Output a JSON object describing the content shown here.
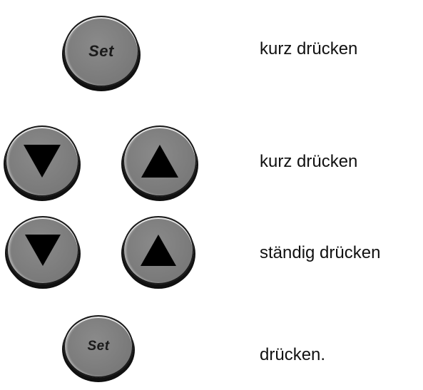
{
  "steps": [
    {
      "buttons": [
        "set"
      ],
      "text": "kurz drücken"
    },
    {
      "buttons": [
        "arrow-down",
        "arrow-up"
      ],
      "text": "kurz drücken"
    },
    {
      "buttons": [
        "arrow-down",
        "arrow-up"
      ],
      "text": "ständig drücken"
    },
    {
      "buttons": [
        "set"
      ],
      "text": "drücken."
    }
  ],
  "set_label": "Set",
  "colors": {
    "button_face": "#7d7d7d",
    "button_rim": "#1a1a1a",
    "arrow": "#000000",
    "text": "#111111"
  },
  "icons": {
    "down": "triangle-down-icon",
    "up": "triangle-up-icon"
  }
}
